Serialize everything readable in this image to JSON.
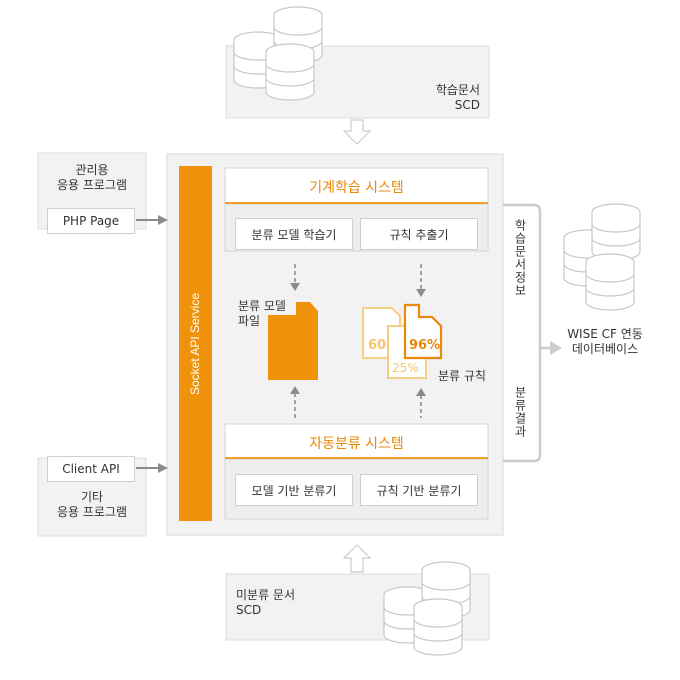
{
  "top_doc": {
    "line1": "학습문서",
    "line2": "SCD"
  },
  "bottom_doc": {
    "line1": "미분류 문서",
    "line2": "SCD"
  },
  "admin_app": {
    "line1": "관리용",
    "line2": "응용 프로그램",
    "button": "PHP Page"
  },
  "other_app": {
    "line1": "기타",
    "line2": "응용 프로그램",
    "button": "Client API"
  },
  "socket_service": "Socket API Service",
  "ml_system": {
    "title": "기계학습 시스템",
    "btn1": "분류 모델 학습기",
    "btn2": "규칙 추출기"
  },
  "auto_system": {
    "title": "자동분류 시스템",
    "btn1": "모델 기반 분류기",
    "btn2": "규칙 기반 분류기"
  },
  "model_file": {
    "line1": "분류 모델",
    "line2": "파일"
  },
  "rules": {
    "label": "분류 규칙",
    "v1": "60",
    "v2": "25%",
    "v3": "96%"
  },
  "side_info": "학습문서정보",
  "side_result": "분류결과",
  "wise_db": {
    "line1": "WISE CF 연동",
    "line2": "데이터베이스"
  },
  "colors": {
    "orange": "#f0930a",
    "orange_text": "#e8890c",
    "light_orange": "#f7cf82"
  }
}
